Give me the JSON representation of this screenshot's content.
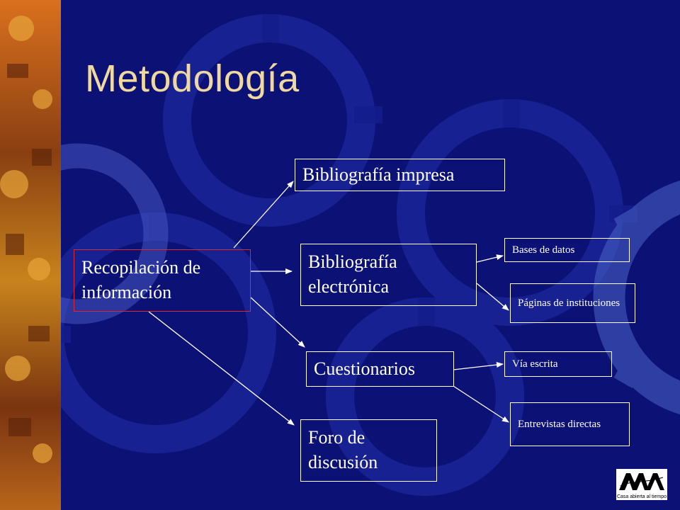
{
  "slide": {
    "title": "Metodología",
    "colors": {
      "background": "#0c1275",
      "title": "#f0d9a0",
      "box_border": "#ffffff",
      "root_border": "#e0282b",
      "sidebar": "#c0581c"
    }
  },
  "diagram": {
    "root": "Recopilación de información",
    "branches": [
      {
        "id": "impresa",
        "label": "Bibliografía impresa"
      },
      {
        "id": "electronica",
        "label": "Bibliografía electrónica",
        "children": [
          {
            "id": "bases",
            "label": "Bases de datos"
          },
          {
            "id": "paginas",
            "label": "Páginas de instituciones"
          }
        ]
      },
      {
        "id": "cuestionarios",
        "label": "Cuestionarios",
        "children": [
          {
            "id": "via",
            "label": "Vía escrita"
          },
          {
            "id": "entrevistas",
            "label": "Entrevistas directas"
          }
        ]
      },
      {
        "id": "foro",
        "label": "Foro de discusión"
      }
    ]
  },
  "logo": {
    "text": "Casa abierta al tiempo"
  }
}
